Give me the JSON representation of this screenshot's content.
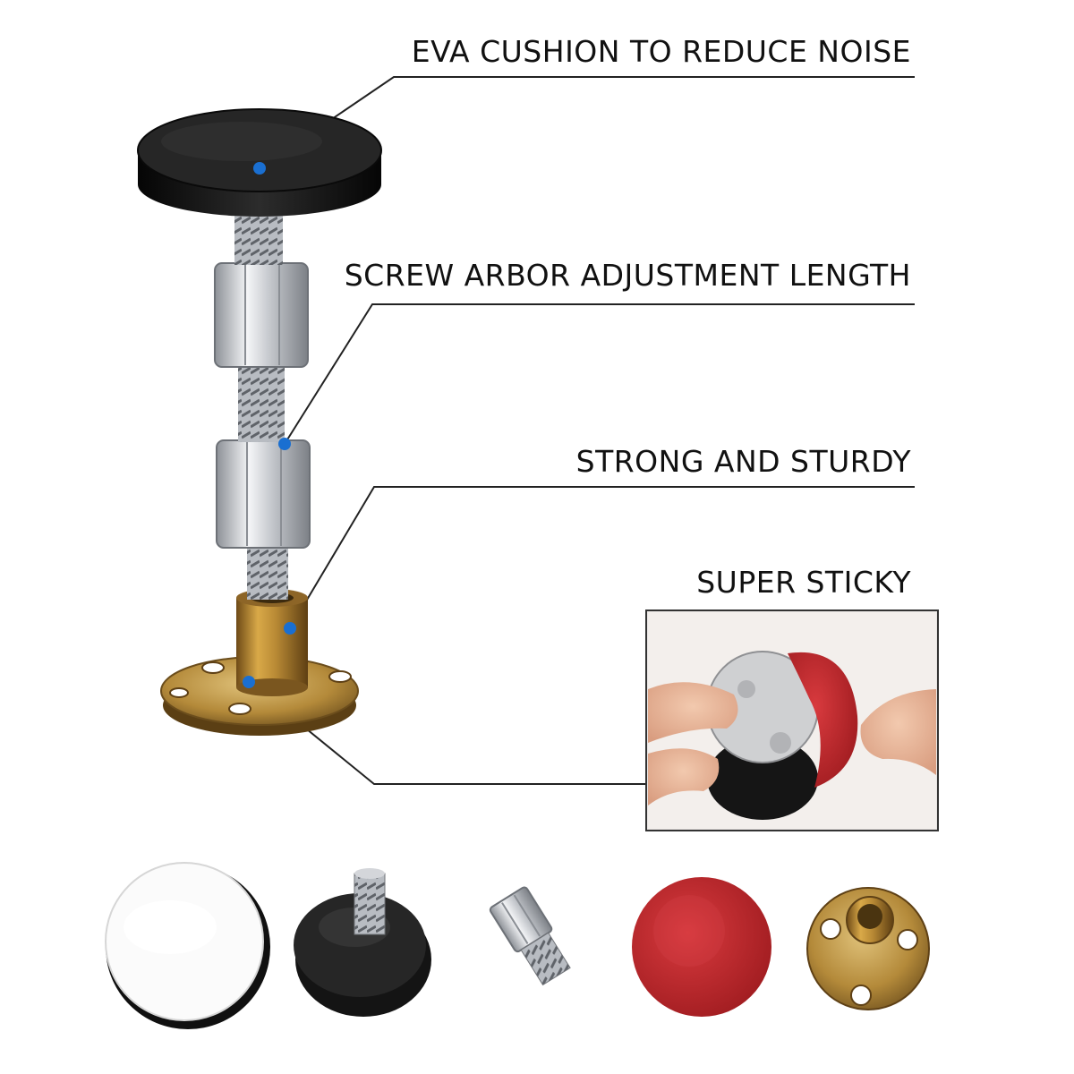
{
  "labels": {
    "eva_cushion": "EVA CUSHION TO REDUCE NOISE",
    "screw_arbor": "SCREW ARBOR ADJUSTMENT LENGTH",
    "strong_sturdy": "STRONG AND STURDY",
    "super_sticky": "SUPER STICKY"
  },
  "colors": {
    "callout_dot": "#1a6fd1",
    "leader_line": "#222222",
    "cushion": "#1c1c1c",
    "steel": "#c9ccd1",
    "brass": "#b8892c",
    "adhesive_red": "#c62a2e"
  },
  "parts": [
    {
      "icon": "white-foam-pad-icon"
    },
    {
      "icon": "black-cushion-bolt-icon"
    },
    {
      "icon": "hex-nut-stud-icon"
    },
    {
      "icon": "red-adhesive-pad-icon"
    },
    {
      "icon": "threaded-base-plate-icon"
    }
  ]
}
